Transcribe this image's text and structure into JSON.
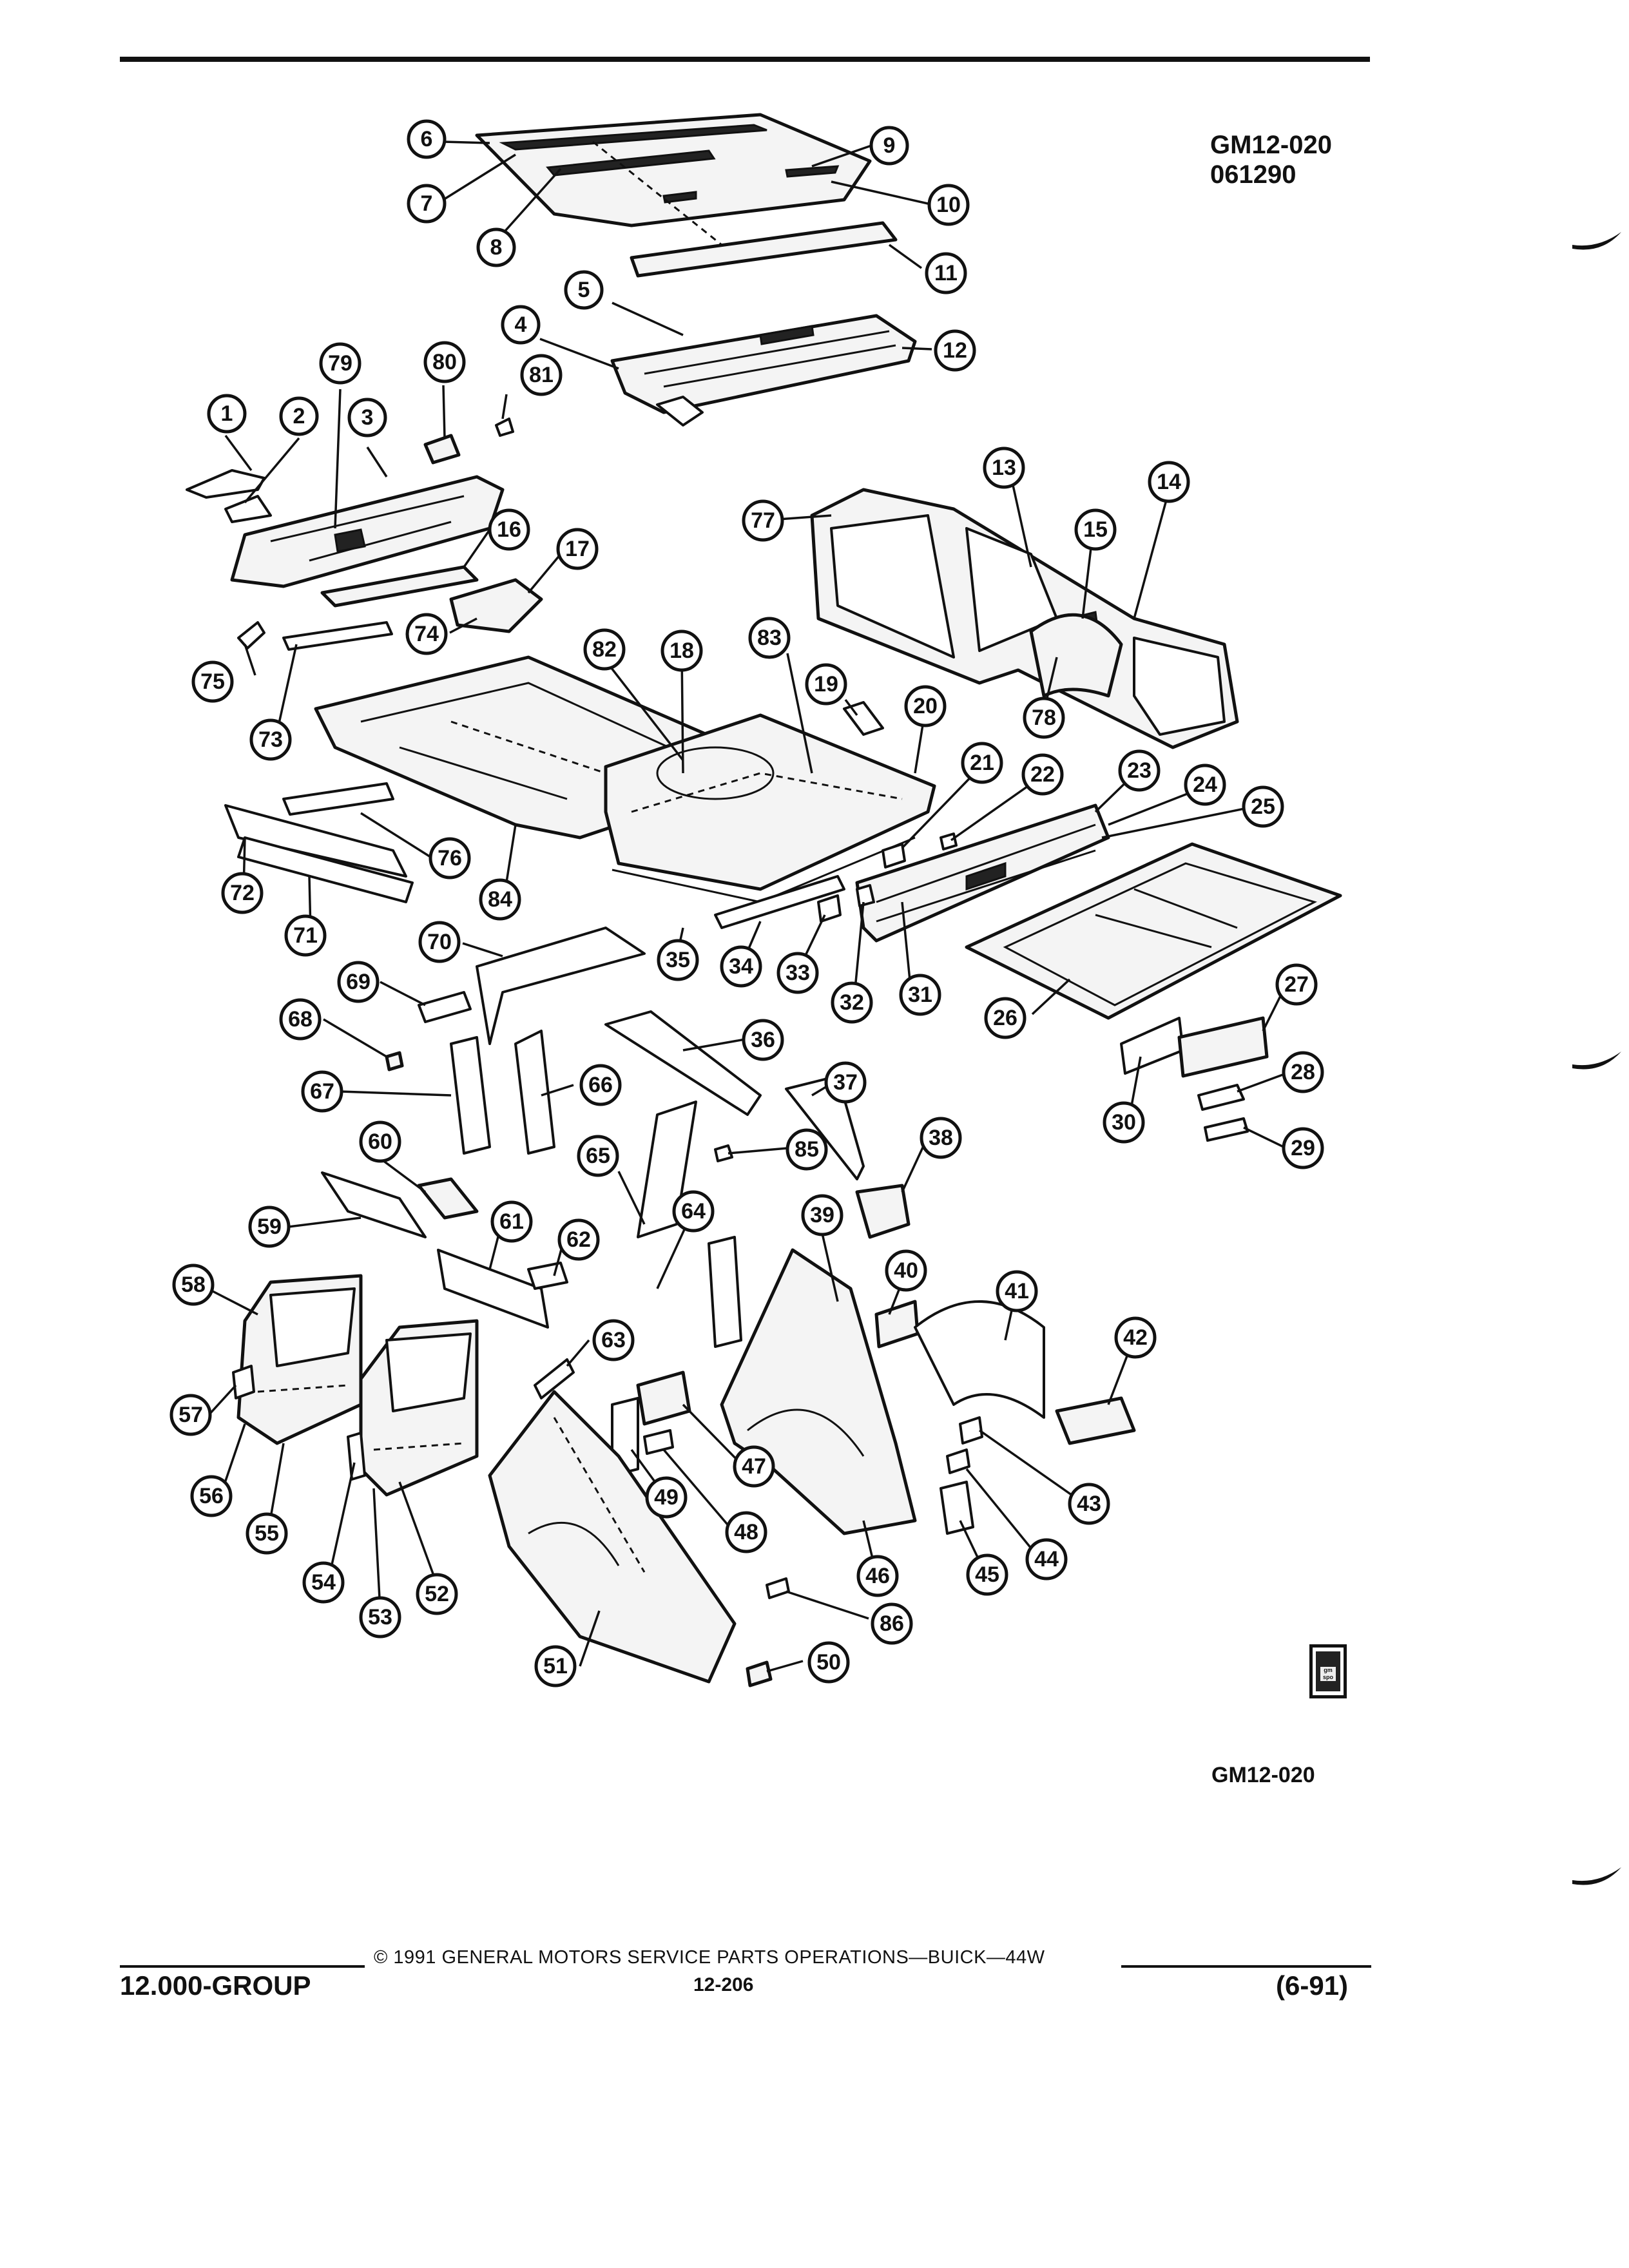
{
  "header": {
    "code_line1": "GM12-020",
    "code_line2": "061290"
  },
  "footer": {
    "figure_code": "GM12-020",
    "copyright": "© 1991 GENERAL MOTORS SERVICE PARTS OPERATIONS—BUICK—44W",
    "group": "12.000-GROUP",
    "page": "12-206",
    "date": "(6-91)"
  },
  "logo": {
    "text_line1": "gm",
    "text_line2": "spo"
  },
  "callouts": [
    "1",
    "2",
    "3",
    "4",
    "5",
    "6",
    "7",
    "8",
    "9",
    "10",
    "11",
    "12",
    "13",
    "14",
    "15",
    "16",
    "17",
    "18",
    "19",
    "20",
    "21",
    "22",
    "23",
    "24",
    "25",
    "26",
    "27",
    "28",
    "29",
    "30",
    "31",
    "32",
    "33",
    "34",
    "35",
    "36",
    "37",
    "38",
    "39",
    "40",
    "41",
    "42",
    "43",
    "44",
    "45",
    "46",
    "47",
    "48",
    "49",
    "50",
    "51",
    "52",
    "53",
    "54",
    "55",
    "56",
    "57",
    "58",
    "59",
    "60",
    "61",
    "62",
    "63",
    "64",
    "65",
    "66",
    "67",
    "68",
    "69",
    "70",
    "71",
    "72",
    "73",
    "74",
    "75",
    "76",
    "77",
    "78",
    "79",
    "80",
    "81",
    "82",
    "83",
    "84",
    "85",
    "86"
  ]
}
